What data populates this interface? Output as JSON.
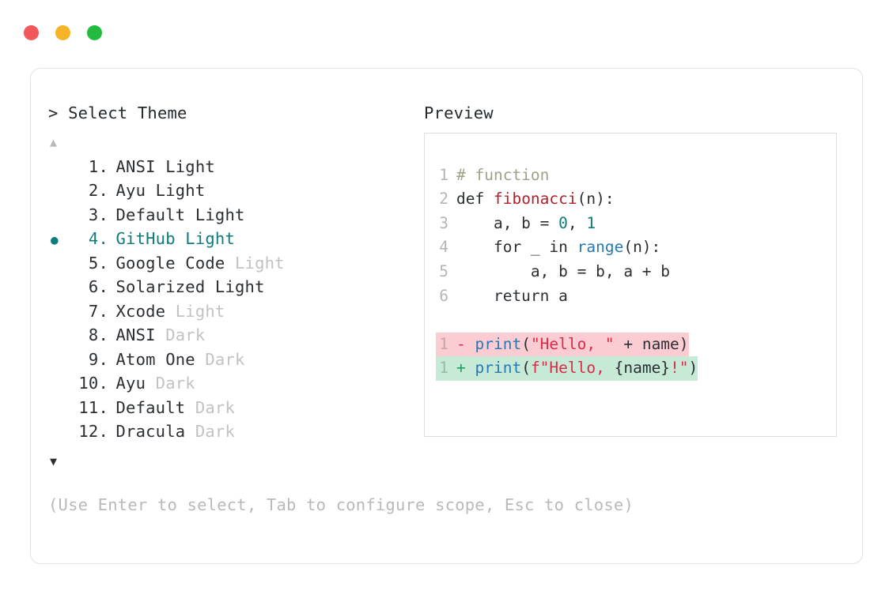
{
  "window": {
    "traffic_lights": [
      {
        "name": "close",
        "color": "#f2575a"
      },
      {
        "name": "minimize",
        "color": "#f5b429"
      },
      {
        "name": "maximize",
        "color": "#22bb3f"
      }
    ]
  },
  "prompt": {
    "marker": ">",
    "title": "Select Theme",
    "scroll_up": "▲",
    "scroll_down": "▼",
    "selected_index": 4,
    "bullet": "●"
  },
  "themes": [
    {
      "num": "1.",
      "name": "ANSI",
      "suffix": "Light",
      "suffix_dim": false,
      "selected": false
    },
    {
      "num": "2.",
      "name": "Ayu",
      "suffix": "Light",
      "suffix_dim": false,
      "selected": false
    },
    {
      "num": "3.",
      "name": "Default",
      "suffix": "Light",
      "suffix_dim": false,
      "selected": false
    },
    {
      "num": "4.",
      "name": "GitHub",
      "suffix": "Light",
      "suffix_dim": false,
      "selected": true
    },
    {
      "num": "5.",
      "name": "Google Code",
      "suffix": "Light",
      "suffix_dim": true,
      "selected": false
    },
    {
      "num": "6.",
      "name": "Solarized",
      "suffix": "Light",
      "suffix_dim": false,
      "selected": false
    },
    {
      "num": "7.",
      "name": "Xcode",
      "suffix": "Light",
      "suffix_dim": true,
      "selected": false
    },
    {
      "num": "8.",
      "name": "ANSI",
      "suffix": "Dark",
      "suffix_dim": true,
      "selected": false
    },
    {
      "num": "9.",
      "name": "Atom One",
      "suffix": "Dark",
      "suffix_dim": true,
      "selected": false
    },
    {
      "num": "10.",
      "name": "Ayu",
      "suffix": "Dark",
      "suffix_dim": true,
      "selected": false
    },
    {
      "num": "11.",
      "name": "Default",
      "suffix": "Dark",
      "suffix_dim": true,
      "selected": false
    },
    {
      "num": "12.",
      "name": "Dracula",
      "suffix": "Dark",
      "suffix_dim": true,
      "selected": false
    }
  ],
  "preview": {
    "title": "Preview",
    "code_lines": [
      {
        "num": "1",
        "tokens": [
          {
            "t": "# function",
            "c": "comment"
          }
        ]
      },
      {
        "num": "2",
        "tokens": [
          {
            "t": "def ",
            "c": "kw"
          },
          {
            "t": "fibonacci",
            "c": "fn"
          },
          {
            "t": "(n):",
            "c": "plain"
          }
        ]
      },
      {
        "num": "3",
        "tokens": [
          {
            "t": "    a, b = ",
            "c": "plain"
          },
          {
            "t": "0",
            "c": "num"
          },
          {
            "t": ", ",
            "c": "plain"
          },
          {
            "t": "1",
            "c": "num"
          }
        ]
      },
      {
        "num": "4",
        "tokens": [
          {
            "t": "    for _ in ",
            "c": "plain"
          },
          {
            "t": "range",
            "c": "builtin"
          },
          {
            "t": "(n):",
            "c": "plain"
          }
        ]
      },
      {
        "num": "5",
        "tokens": [
          {
            "t": "        a, b = b, a + b",
            "c": "plain"
          }
        ]
      },
      {
        "num": "6",
        "tokens": [
          {
            "t": "    return a",
            "c": "plain"
          }
        ]
      }
    ],
    "diff_lines": [
      {
        "num": "1",
        "kind": "del",
        "sign": "-",
        "tokens": [
          {
            "t": "print",
            "c": "builtin"
          },
          {
            "t": "(",
            "c": "plain"
          },
          {
            "t": "\"Hello, \"",
            "c": "str"
          },
          {
            "t": " + name)",
            "c": "plain"
          }
        ]
      },
      {
        "num": "1",
        "kind": "add",
        "sign": "+",
        "tokens": [
          {
            "t": "print",
            "c": "builtin"
          },
          {
            "t": "(",
            "c": "plain"
          },
          {
            "t": "f\"Hello, ",
            "c": "str"
          },
          {
            "t": "{name}",
            "c": "plain"
          },
          {
            "t": "!\"",
            "c": "str"
          },
          {
            "t": ")",
            "c": "plain"
          }
        ]
      }
    ]
  },
  "footer": {
    "hint": "(Use Enter to select, Tab to configure scope, Esc to close)"
  }
}
